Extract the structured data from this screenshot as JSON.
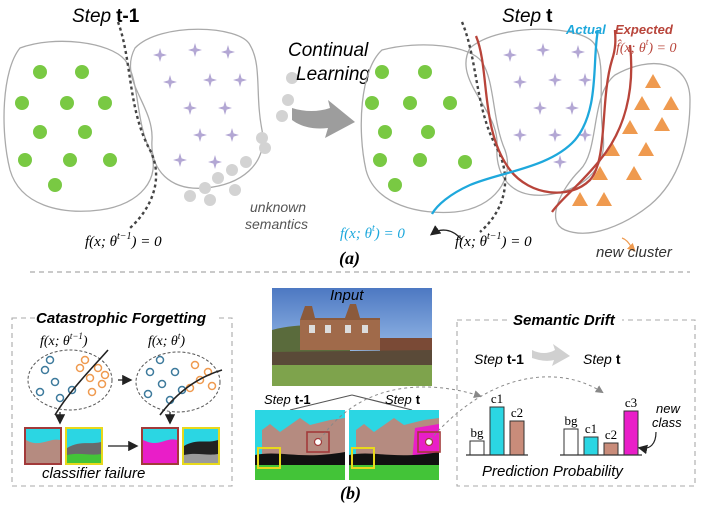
{
  "panel_a": {
    "step_prev_word": "Step",
    "step_prev_id": "t-1",
    "step_cur_word": "Step",
    "step_cur_id": "t",
    "transition_line1": "Continual",
    "transition_line2": "Learning",
    "unknown_line1": "unknown",
    "unknown_line2": "semantics",
    "legend_actual": "Actual",
    "legend_expected": "Expected",
    "colors": {
      "actual": "#1ea8dc",
      "expected": "#b8443a",
      "green": "#79c943",
      "purple": "#b3a7d4",
      "orange": "#ef9a4f",
      "gray": "#d3d3d3"
    },
    "eq_prev": "f(x; θ",
    "eq_prev_sup": "t−1",
    "eq_prev_rhs": ") = 0",
    "eq_cur": "f(x; θ",
    "eq_cur_sup": "t",
    "eq_cur_rhs": ") = 0",
    "eq_prev2": "f(x; θ",
    "eq_prev2_sup": "t−1",
    "eq_prev2_rhs": ") = 0",
    "eq_expected": "f̂(x; θ",
    "eq_expected_sup": "t",
    "eq_expected_rhs": ") = 0",
    "new_cluster": "new cluster",
    "caption": "(a)"
  },
  "panel_b": {
    "cf_title": "Catastrophic Forgetting",
    "cf_eq1": "f(x; θ",
    "cf_eq1_sup": "t−1",
    "cf_eq1_rhs": ")",
    "cf_eq2": "f(x; θ",
    "cf_eq2_sup": "t",
    "cf_eq2_rhs": ")",
    "cf_failure": "classifier failure",
    "input_label": "Input",
    "seg_prev_word": "Step",
    "seg_prev_id": "t-1",
    "seg_cur_word": "Step",
    "seg_cur_id": "t",
    "sd_title": "Semantic Drift",
    "sd_step_prev_word": "Step",
    "sd_step_prev_id": "t-1",
    "sd_step_cur_word": "Step",
    "sd_step_cur_id": "t",
    "bars_prev_labels": [
      "bg",
      "c1",
      "c2"
    ],
    "bars_cur_labels": [
      "bg",
      "c1",
      "c2",
      "c3"
    ],
    "new_class_line1": "new",
    "new_class_line2": "class",
    "prediction_label": "Prediction Probability",
    "caption": "(b)"
  }
}
